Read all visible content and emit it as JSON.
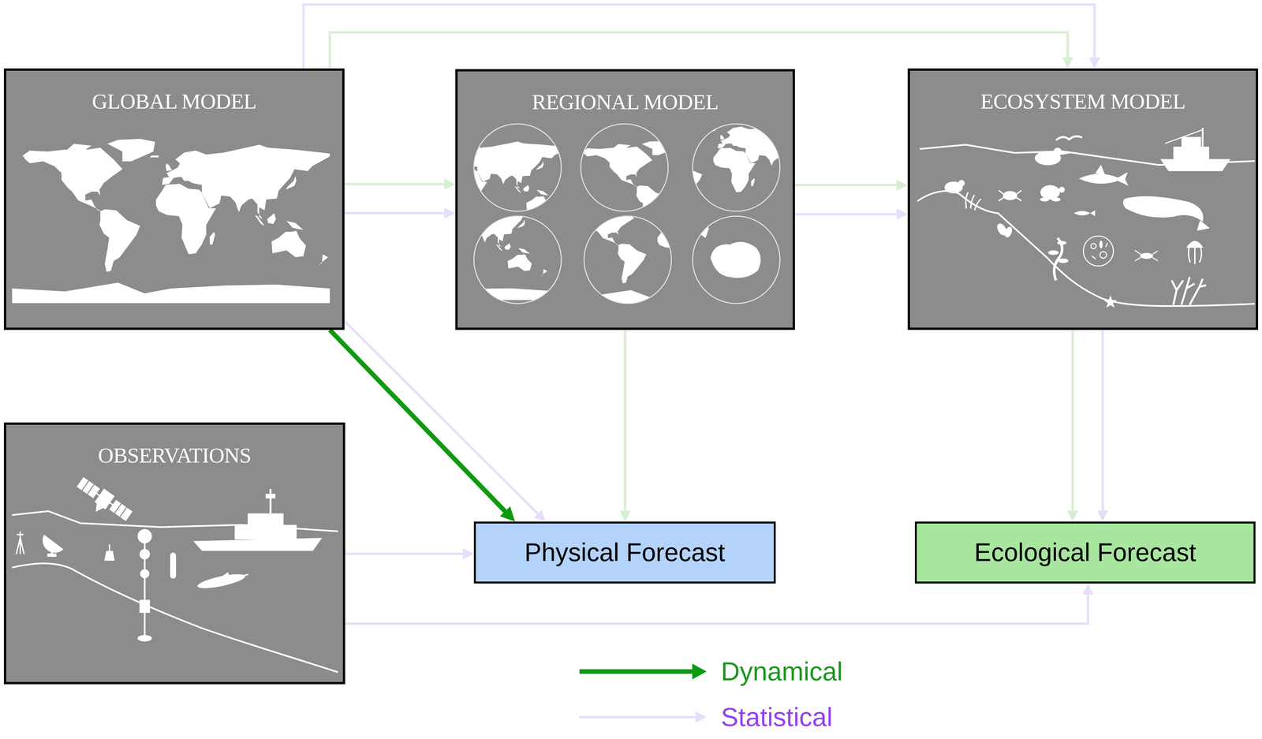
{
  "diagram": {
    "nodes": [
      {
        "text": [
          "GLOBAL MODEL"
        ]
      },
      {
        "text": [
          "REGIONAL MODEL"
        ]
      },
      {
        "text": [
          "ECOSYSTEM MODEL"
        ]
      },
      {
        "text": [
          "OBSERVATIONS"
        ]
      },
      {
        "text": [
          "Physical Forecast"
        ]
      },
      {
        "text": [
          "Ecological Forecast"
        ]
      }
    ],
    "edges": [
      {
        "from": 0,
        "to": 1,
        "arrow": "to"
      },
      {
        "from": 0,
        "to": 1,
        "arrow": "to"
      },
      {
        "from": 1,
        "to": 2,
        "arrow": "to"
      },
      {
        "from": 1,
        "to": 2,
        "arrow": "to"
      },
      {
        "from": 0,
        "to": 2,
        "arrow": "to"
      },
      {
        "from": 0,
        "to": 2,
        "arrow": "to"
      },
      {
        "from": 0,
        "to": 4,
        "arrow": "to"
      },
      {
        "from": 0,
        "to": 4,
        "arrow": "to"
      },
      {
        "from": 1,
        "to": 4,
        "arrow": "to"
      },
      {
        "from": 2,
        "to": 5,
        "arrow": "to"
      },
      {
        "from": 2,
        "to": 5,
        "arrow": "to"
      },
      {
        "from": 3,
        "to": 4,
        "arrow": "to"
      },
      {
        "from": 3,
        "to": 5,
        "arrow": "to"
      }
    ],
    "legend": [
      {
        "text": "Dynamical"
      },
      {
        "text": "Statistical"
      }
    ]
  }
}
